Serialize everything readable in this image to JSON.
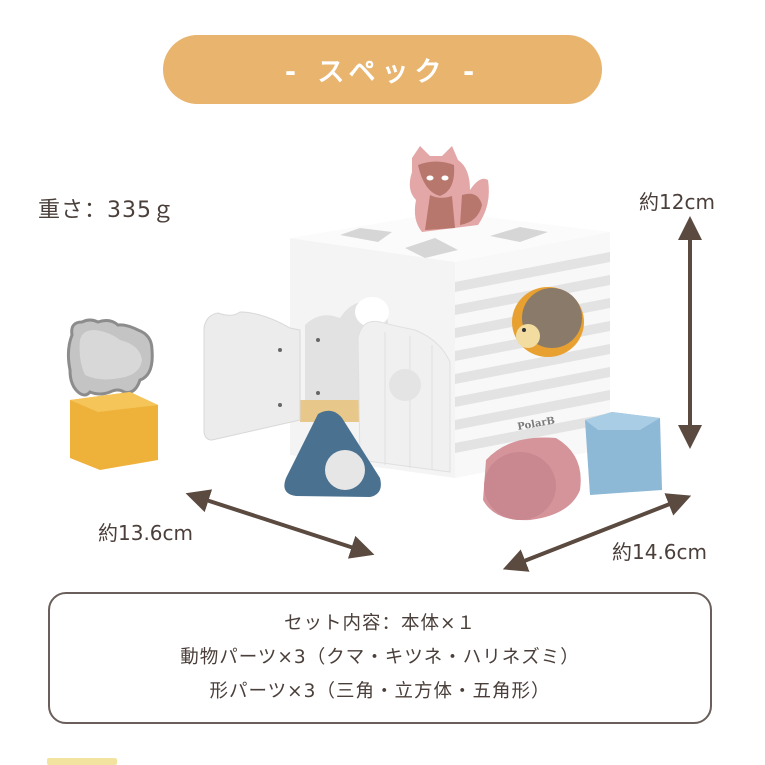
{
  "header": {
    "title": "- スペック -",
    "pill_color": "#e8b46e"
  },
  "specs": {
    "weight": "重さ：335ｇ",
    "height": "約12cm",
    "depth": "約13.6cm",
    "width": "約14.6cm"
  },
  "product": {
    "brand_mark": "PolarB",
    "pieces": [
      {
        "name": "shape-sorter-cube",
        "color": "#f2f2f2"
      },
      {
        "name": "fox-figure",
        "color": "#d9a0a0"
      },
      {
        "name": "bear-figure",
        "color": "#b8b8b8"
      },
      {
        "name": "hedgehog-figure",
        "color": "#e8a030"
      },
      {
        "name": "yellow-cube",
        "color": "#eeb13a"
      },
      {
        "name": "blue-triangle",
        "color": "#4a7190"
      },
      {
        "name": "pink-cylinder",
        "color": "#d4949a"
      },
      {
        "name": "light-blue-pentagon",
        "color": "#8db8d6"
      }
    ]
  },
  "contents": {
    "lines": [
      "セット内容：本体×１",
      "動物パーツ×3（クマ・キツネ・ハリネズミ）",
      "形パーツ×3（三角・立方体・五角形）"
    ]
  },
  "colors": {
    "text": "#4a3f3a",
    "arrow": "#5a4a40",
    "border": "#6a5f5a"
  }
}
